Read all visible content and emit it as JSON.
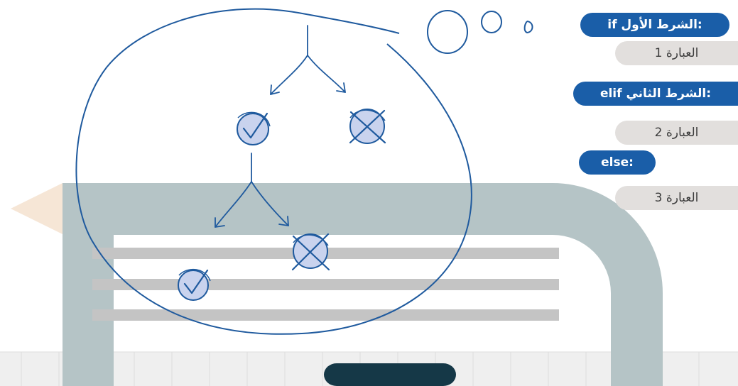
{
  "conditions": [
    {
      "type": "keyword",
      "label": ":الشرط الأول if"
    },
    {
      "type": "statement",
      "label": "العبارة 1"
    },
    {
      "type": "keyword",
      "label": ":الشرط الثاني elif"
    },
    {
      "type": "statement",
      "label": "العبارة 2"
    },
    {
      "type": "keyword",
      "label": "else:"
    },
    {
      "type": "statement",
      "label": "العبارة 3"
    }
  ],
  "colors": {
    "accent": "#1a5ea8",
    "statement_bg": "#e2dfdd",
    "band": "#b5c4c6",
    "lines": "#c4c4c4",
    "ink": "#1f5a9e",
    "node_fill": "#c9d3ee",
    "pencil_tip": "#f6e6d6",
    "floor": "#efefef"
  },
  "icons": [
    "check-node-icon",
    "cross-node-icon",
    "thought-bubble-icon",
    "pencil-tip-icon"
  ]
}
